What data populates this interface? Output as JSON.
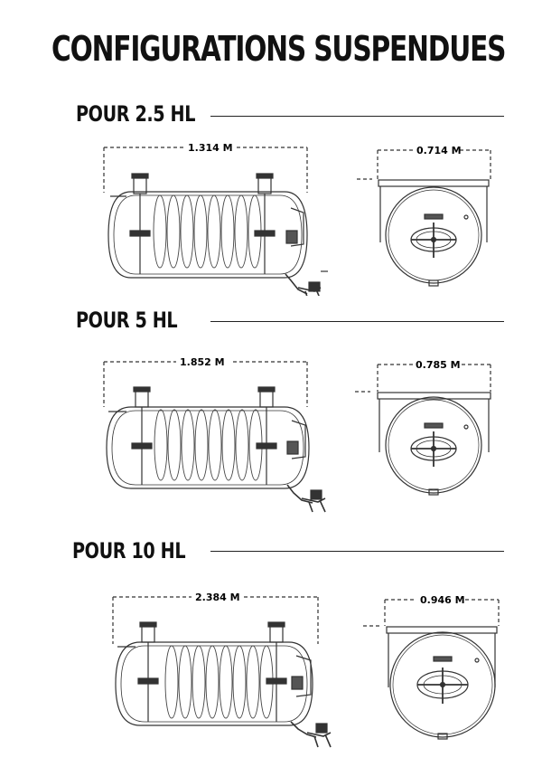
{
  "title": "CONFIGURATIONS SUSPENDUES",
  "sections": [
    {
      "label": "POUR 2.5 HL",
      "length": "1.314 M",
      "diameter": "0.714 M"
    },
    {
      "label": "POUR 5 HL",
      "length": "1.852 M",
      "diameter": "0.785 M"
    },
    {
      "label": "POUR 10 HL",
      "length": "2.384 M",
      "diameter": "0.946 M"
    }
  ]
}
